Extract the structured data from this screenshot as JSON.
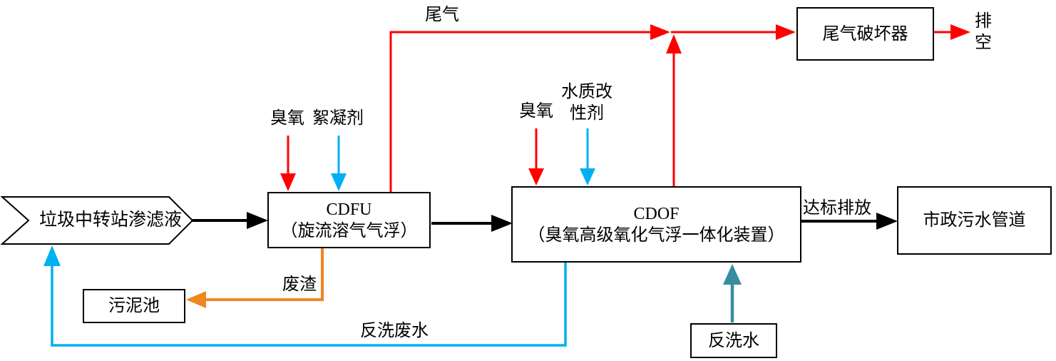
{
  "diagram_type": "process-flowchart",
  "colors": {
    "black": "#000000",
    "red": "#FF0000",
    "blue": "#00B0F0",
    "orange": "#F0861E",
    "teal": "#378CA0",
    "box_fill": "#FFFFFF"
  },
  "nodes": {
    "influent": {
      "label": "垃圾中转站渗滤液",
      "shape": "chevron"
    },
    "cdfu": {
      "title": "CDFU",
      "subtitle": "（旋流溶气气浮）",
      "shape": "rect"
    },
    "cdof": {
      "title": "CDOF",
      "subtitle": "（臭氧高级氧化气浮一体化装置）",
      "shape": "rect"
    },
    "tail_gas_destructor": {
      "label": "尾气破坏器",
      "shape": "rect"
    },
    "municipal_sewer": {
      "label": "市政污水管道",
      "shape": "rect"
    },
    "sludge_pool": {
      "label": "污泥池",
      "shape": "rect"
    },
    "backwash_water": {
      "label": "反洗水",
      "shape": "rect"
    }
  },
  "edge_labels": {
    "tail_gas": "尾气",
    "vent": "排空",
    "cdfu_ozone": "臭氧",
    "flocculant": "絮凝剂",
    "cdof_ozone": "臭氧",
    "water_modifier": "水质改性剂",
    "compliant_discharge": "达标排放",
    "waste_residue": "废渣",
    "backwash_wastewater": "反洗废水"
  },
  "edges": [
    {
      "from": "influent",
      "to": "cdfu",
      "color": "black"
    },
    {
      "from": "cdfu",
      "to": "cdof",
      "color": "black"
    },
    {
      "from": "cdof",
      "to": "municipal_sewer",
      "label": "达标排放",
      "color": "black"
    },
    {
      "from": "cdfu",
      "to": "tail_gas_destructor",
      "label": "尾气",
      "color": "red"
    },
    {
      "from": "cdof",
      "to": "tail_gas_destructor",
      "label": "尾气",
      "color": "red"
    },
    {
      "from": "tail_gas_destructor",
      "to": "排空",
      "color": "red"
    },
    {
      "from": "臭氧",
      "to": "cdfu",
      "color": "red"
    },
    {
      "from": "絮凝剂",
      "to": "cdfu",
      "color": "blue"
    },
    {
      "from": "臭氧",
      "to": "cdof",
      "color": "red"
    },
    {
      "from": "水质改性剂",
      "to": "cdof",
      "color": "blue"
    },
    {
      "from": "cdfu",
      "to": "sludge_pool",
      "label": "废渣",
      "color": "orange"
    },
    {
      "from": "cdof",
      "to": "influent",
      "label": "反洗废水",
      "color": "blue"
    },
    {
      "from": "backwash_water",
      "to": "cdof",
      "color": "teal"
    }
  ]
}
